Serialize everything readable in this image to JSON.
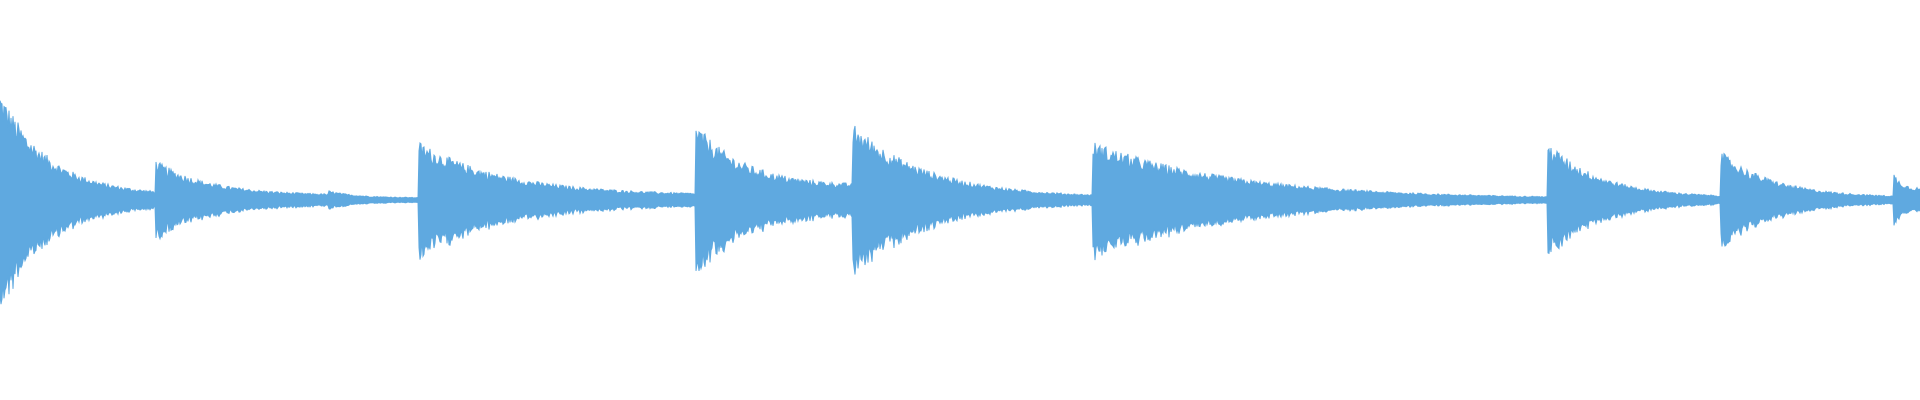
{
  "waveform": {
    "color": "#5fa9e0",
    "duration_fraction_end": 1.0,
    "notes": [
      {
        "start": 0.0,
        "end": 0.081,
        "peak": 0.47,
        "tail": 0.02
      },
      {
        "start": 0.081,
        "end": 0.171,
        "peak": 0.17,
        "tail": 0.02
      },
      {
        "start": 0.171,
        "end": 0.218,
        "peak": 0.04,
        "tail": 0.01
      },
      {
        "start": 0.218,
        "end": 0.362,
        "peak": 0.25,
        "tail": 0.02
      },
      {
        "start": 0.362,
        "end": 0.444,
        "peak": 0.33,
        "tail": 0.06
      },
      {
        "start": 0.444,
        "end": 0.569,
        "peak": 0.33,
        "tail": 0.01
      },
      {
        "start": 0.569,
        "end": 0.806,
        "peak": 0.25,
        "tail": 0.005
      },
      {
        "start": 0.806,
        "end": 0.896,
        "peak": 0.25,
        "tail": 0.01
      },
      {
        "start": 0.896,
        "end": 0.986,
        "peak": 0.21,
        "tail": 0.01
      },
      {
        "start": 0.986,
        "end": 1.0,
        "peak": 0.12,
        "tail": 0.05
      }
    ]
  }
}
